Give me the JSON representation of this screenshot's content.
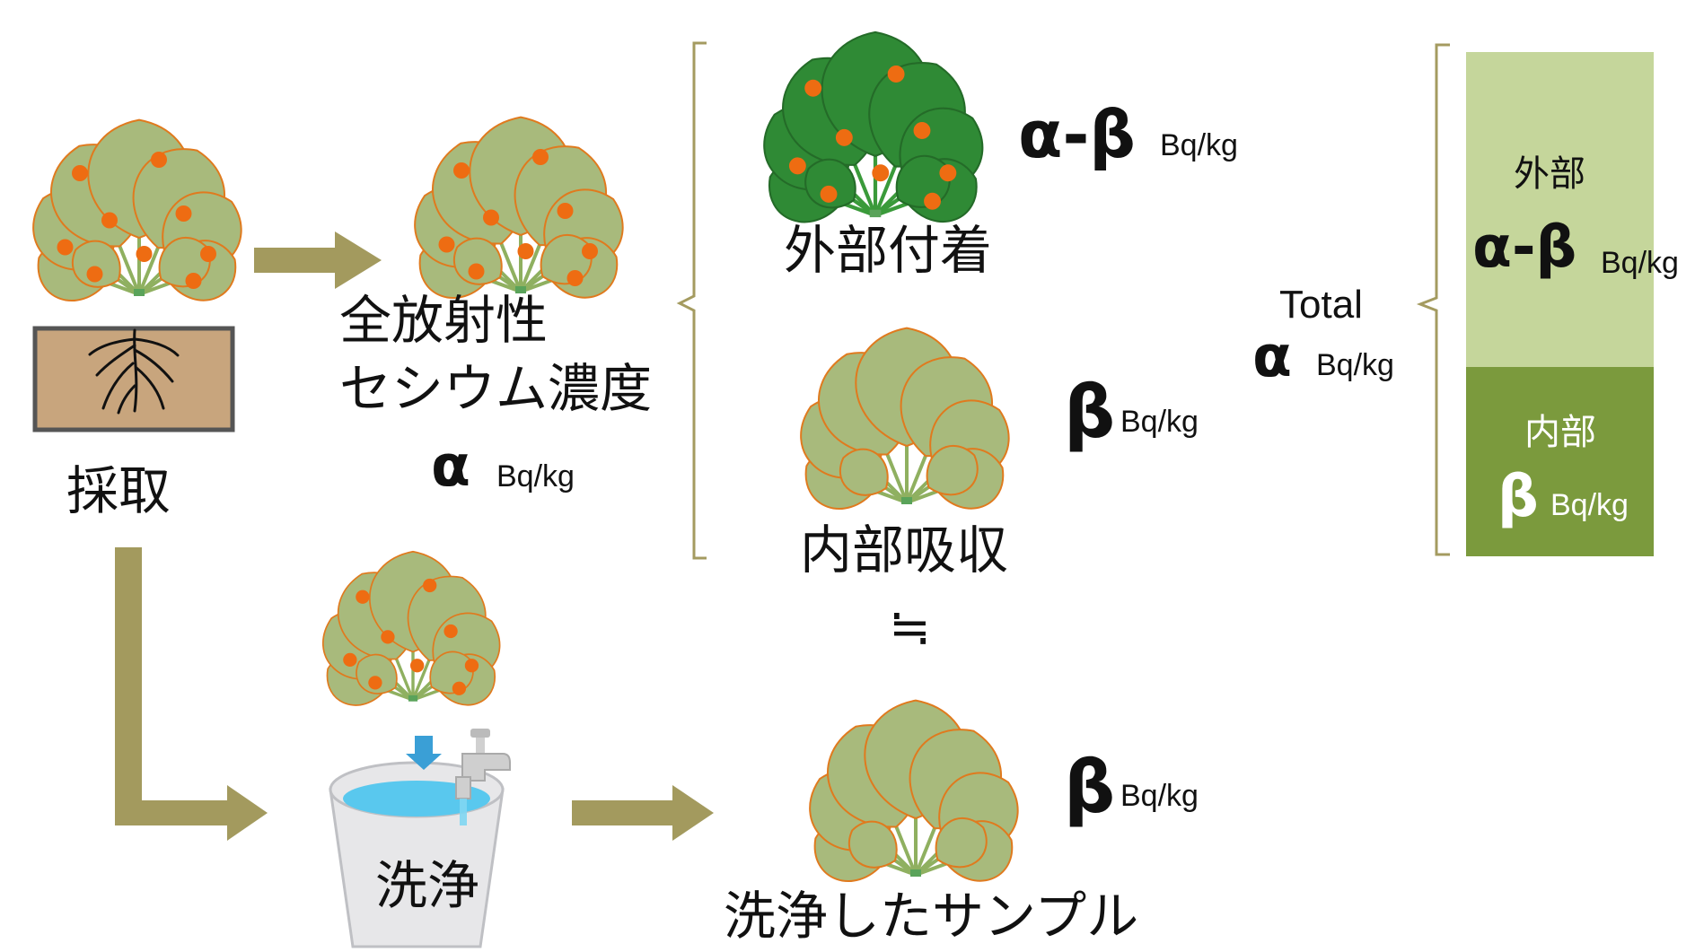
{
  "colors": {
    "leaf": "#a8ba7c",
    "leaf_dark": "#2f8a35",
    "leaf_edge": "#e07a1e",
    "dot": "#ee6c12",
    "arrow": "#a39a5e",
    "soil": "#c8a57d",
    "bar_external": "#c5d69b",
    "bar_internal": "#7b9a3d",
    "water": "#59c8ee",
    "bracket": "#a49b60"
  },
  "labels": {
    "harvest": "採取",
    "total_conc_line1": "全放射性",
    "total_conc_line2": "セシウム濃度",
    "alpha": "α",
    "alpha_minus_beta": "α-β",
    "beta": "β",
    "unit": "Bq/kg",
    "external_adhesion": "外部付着",
    "internal_absorption": "内部吸収",
    "approx_equal": "≒",
    "washing": "洗浄",
    "washed_sample": "洗浄したサンプル",
    "total": "Total",
    "bar_external": "外部",
    "bar_internal": "内部"
  }
}
